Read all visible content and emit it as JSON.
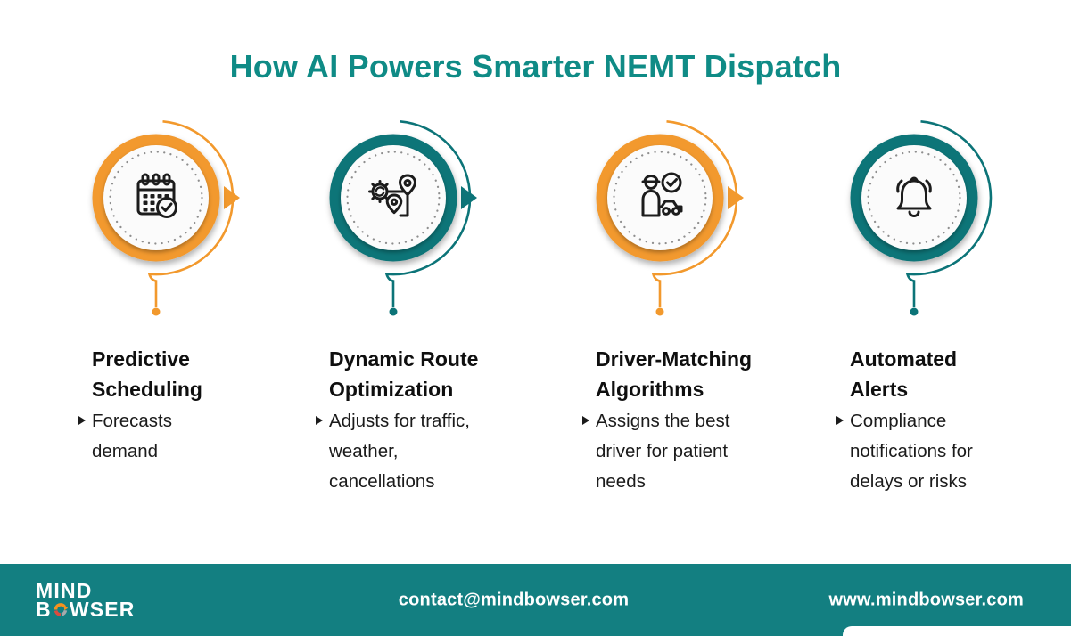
{
  "title": "How AI Powers Smarter NEMT Dispatch",
  "colors": {
    "orange": "#F2992D",
    "teal": "#0C7478",
    "title": "#0F8B86",
    "footer_bg": "#137F81",
    "icon_stroke": "#1C1C1C",
    "dot_border": "#8E8E8E",
    "inner_circle": "#FBFBFB",
    "logo_orange": "#F6921E",
    "logo_red": "#DC4B3E",
    "logo_gray": "#A7A9AC"
  },
  "columns": [
    {
      "name": "predictive-scheduling",
      "accent": "orange",
      "icon": "calendar-check-icon",
      "heading": "Predictive Scheduling",
      "heading_lines": [
        "Predictive",
        "Scheduling"
      ],
      "bullet": "Forecasts demand",
      "bullet_lines": [
        "Forecasts",
        "demand"
      ],
      "has_arrow": true
    },
    {
      "name": "dynamic-route-optimization",
      "accent": "teal",
      "icon": "route-pins-gear-icon",
      "heading": "Dynamic Route Optimization",
      "heading_lines": [
        "Dynamic Route",
        "Optimization"
      ],
      "bullet": "Adjusts for traffic, weather, cancellations",
      "bullet_lines": [
        "Adjusts for traffic,",
        "weather,",
        "cancellations"
      ],
      "has_arrow": true
    },
    {
      "name": "driver-matching-algorithms",
      "accent": "orange",
      "icon": "driver-vehicle-check-icon",
      "heading": "Driver-Matching Algorithms",
      "heading_lines": [
        "Driver-Matching",
        "Algorithms"
      ],
      "bullet": "Assigns the best driver for patient needs",
      "bullet_lines": [
        "Assigns the best",
        "driver for patient",
        "needs"
      ],
      "has_arrow": true
    },
    {
      "name": "automated-alerts",
      "accent": "teal",
      "icon": "bell-alert-icon",
      "heading": "Automated Alerts",
      "heading_lines": [
        "Automated",
        "Alerts"
      ],
      "bullet": "Compliance notifications for delays or risks",
      "bullet_lines": [
        "Compliance",
        "notifications for",
        "delays or risks"
      ],
      "has_arrow": false
    }
  ],
  "footer": {
    "logo_line1": "MIND",
    "logo_line2_b": "B",
    "logo_line2_rest": "WSER",
    "email": "contact@mindbowser.com",
    "website": "www.mindbowser.com"
  }
}
